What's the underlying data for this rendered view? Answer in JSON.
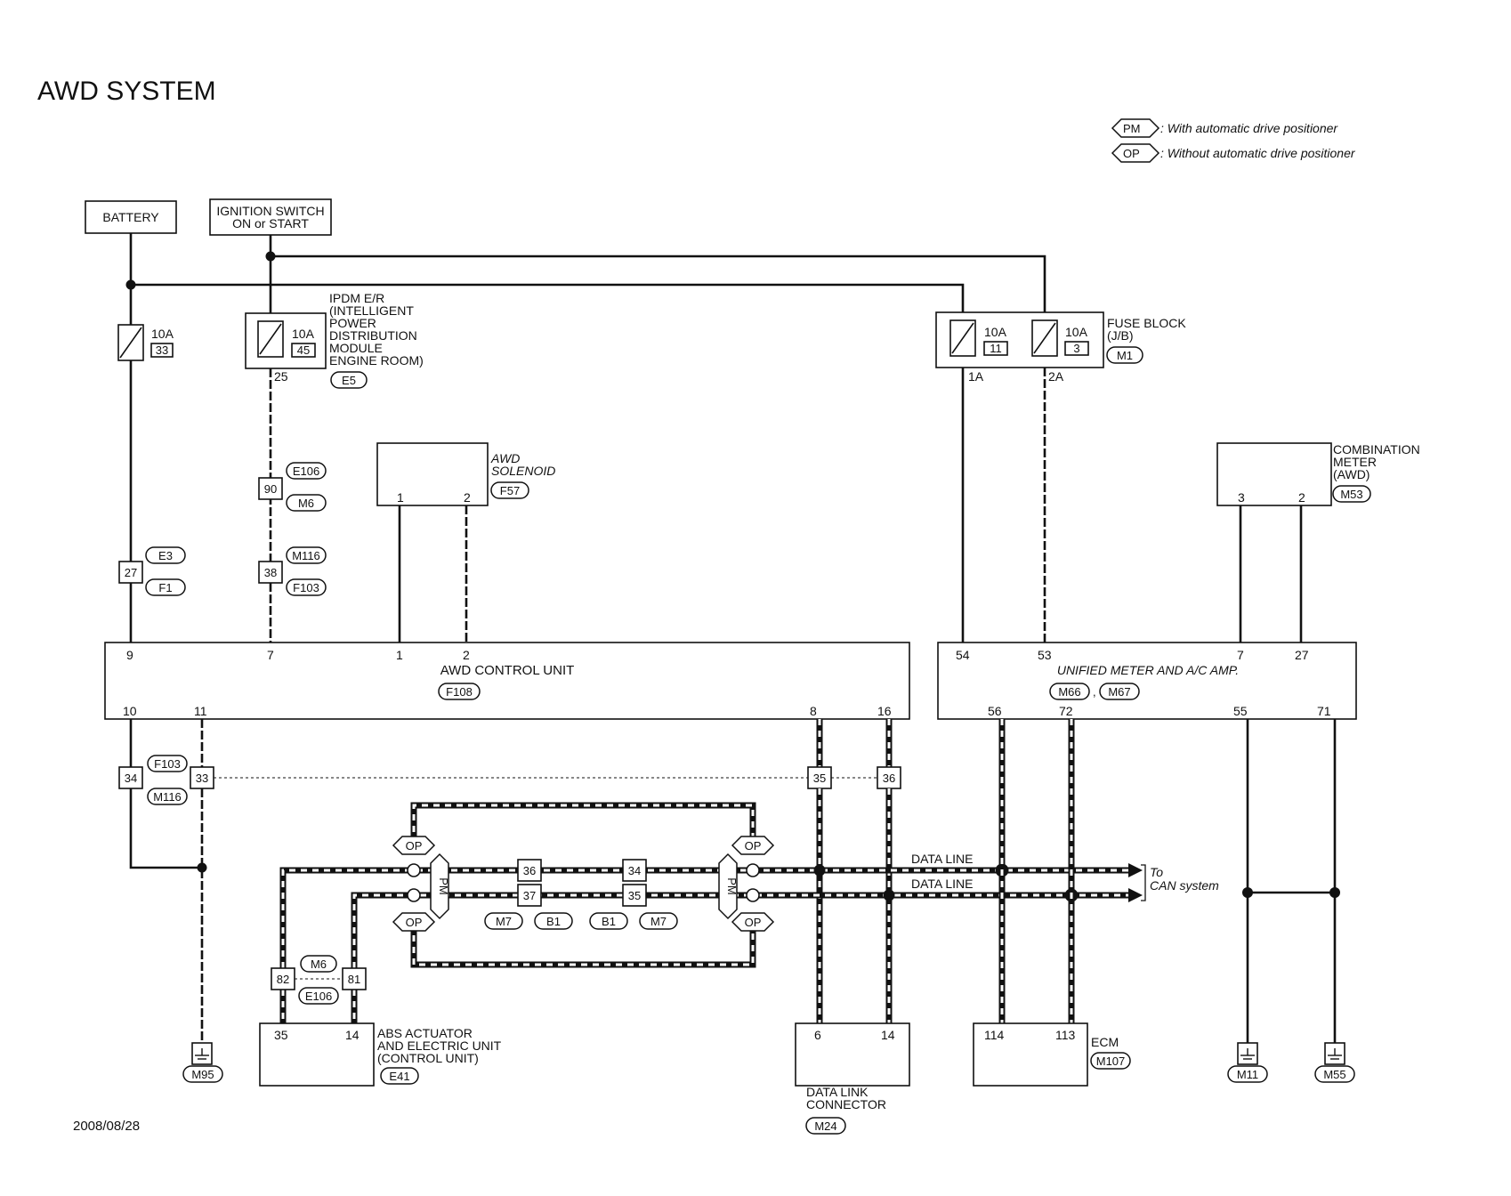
{
  "title": "AWD SYSTEM",
  "legend": [
    {
      "code": "PM",
      "text": ": With automatic drive positioner"
    },
    {
      "code": "OP",
      "text": ": Without automatic drive positioner"
    }
  ],
  "date": "2008/08/28",
  "sources": {
    "battery": "BATTERY",
    "ignition_line1": "IGNITION SWITCH",
    "ignition_line2": "ON or START"
  },
  "fuses": {
    "f33": {
      "amps": "10A",
      "num": "33"
    },
    "f45": {
      "amps": "10A",
      "num": "45"
    },
    "f11": {
      "amps": "10A",
      "num": "11"
    },
    "f3": {
      "amps": "10A",
      "num": "3"
    }
  },
  "ipdm": {
    "lines": [
      "IPDM E/R",
      "(INTELLIGENT",
      "POWER",
      "DISTRIBUTION",
      "MODULE",
      "ENGINE ROOM)"
    ],
    "conn": "E5",
    "pin": "25"
  },
  "fuse_block": {
    "lines": [
      "FUSE BLOCK",
      "(J/B)"
    ],
    "conn": "M1",
    "pin_a": "1A",
    "pin_b": "2A"
  },
  "awd_solenoid": {
    "lines": [
      "AWD",
      "SOLENOID"
    ],
    "conn": "F57",
    "pin1": "1",
    "pin2": "2"
  },
  "combination_meter": {
    "lines": [
      "COMBINATION",
      "METER",
      "(AWD)"
    ],
    "conn": "M53",
    "pin3": "3",
    "pin2": "2"
  },
  "awd_control_unit": {
    "label": "AWD CONTROL UNIT",
    "conn": "F108",
    "top_pins": [
      "9",
      "7",
      "1",
      "2"
    ],
    "bottom_pins": [
      "10",
      "11",
      "8",
      "16"
    ]
  },
  "unified_meter": {
    "label": "UNIFIED METER AND A/C AMP.",
    "conn_a": "M66",
    "sep": ",",
    "conn_b": "M67",
    "top_pins": [
      "54",
      "53",
      "7",
      "27"
    ],
    "bottom_pins": [
      "56",
      "72",
      "55",
      "71"
    ]
  },
  "junctions": {
    "j90": {
      "pin": "90",
      "conn_a": "E106",
      "conn_b": "M6"
    },
    "j27": {
      "pin": "27",
      "conn_a": "E3",
      "conn_b": "F1"
    },
    "j38": {
      "pin": "38",
      "conn_a": "M116",
      "conn_b": "F103"
    },
    "j34": {
      "pin": "34",
      "conn_a": "F103",
      "conn_b": "M116"
    },
    "j33": {
      "pin": "33"
    },
    "j35": {
      "pin": "35"
    },
    "j36": {
      "pin": "36"
    },
    "mid": {
      "a_top": "36",
      "a_bot": "37",
      "b_top": "34",
      "b_bot": "35",
      "conns": [
        "M7",
        "B1",
        "B1",
        "M7"
      ]
    },
    "abs": {
      "pin_a": "82",
      "pin_b": "81",
      "conn_a": "M6",
      "conn_b": "E106"
    }
  },
  "pm_op": {
    "pm": "PM",
    "op": "OP"
  },
  "data_line": {
    "label1": "DATA LINE",
    "label2": "DATA LINE",
    "to1": "To",
    "to2": "CAN system"
  },
  "abs_actuator": {
    "lines": [
      "ABS ACTUATOR",
      "AND ELECTRIC UNIT",
      "(CONTROL UNIT)"
    ],
    "conn": "E41",
    "pin_a": "35",
    "pin_b": "14"
  },
  "data_link_connector": {
    "lines": [
      "DATA LINK",
      "CONNECTOR"
    ],
    "conn": "M24",
    "pin_a": "6",
    "pin_b": "14"
  },
  "ecm": {
    "label": "ECM",
    "conn": "M107",
    "pin_a": "114",
    "pin_b": "113"
  },
  "grounds": {
    "m95": "M95",
    "m11": "M11",
    "m55": "M55"
  }
}
